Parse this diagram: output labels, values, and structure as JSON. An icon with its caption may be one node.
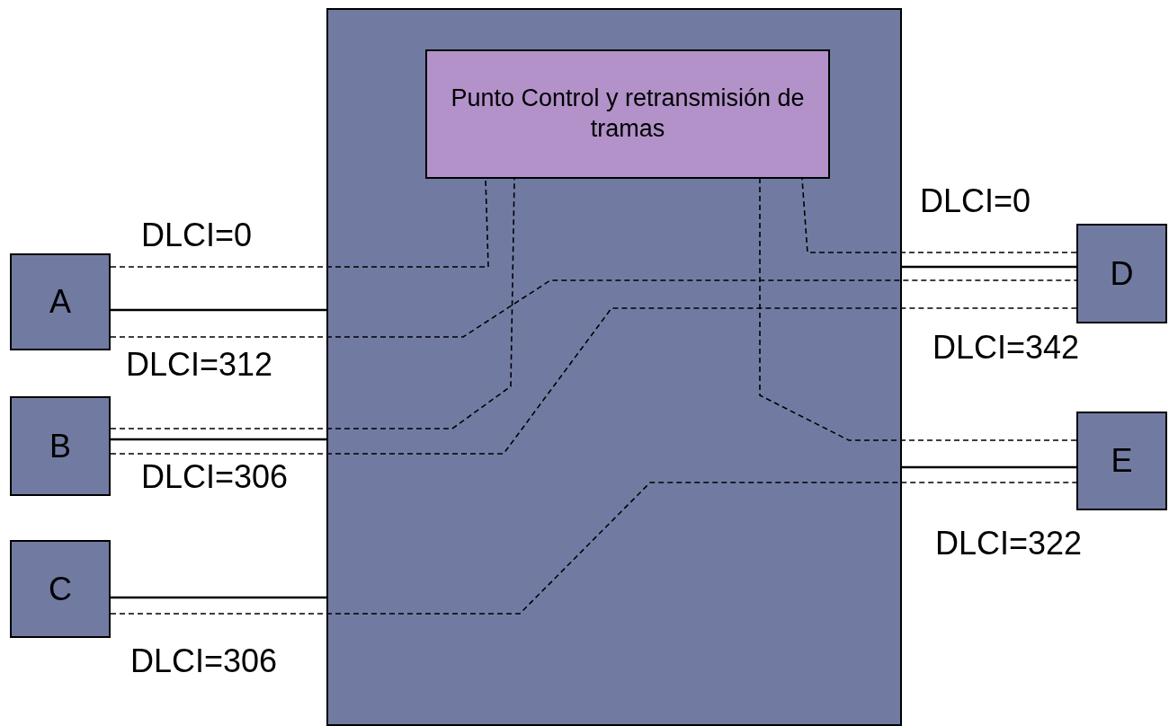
{
  "diagram": {
    "nodes": [
      {
        "text": [],
        "shape": "box"
      },
      {
        "text": [
          "Punto Control y retransmisión de tramas"
        ],
        "in": 0
      },
      {
        "text": [
          "A"
        ]
      },
      {
        "text": [
          "B"
        ]
      },
      {
        "text": [
          "C"
        ]
      },
      {
        "text": [
          "D"
        ]
      },
      {
        "text": [
          "E"
        ]
      }
    ],
    "edges": [
      {
        "from": 2,
        "to": 0,
        "arrow": "none"
      },
      {
        "from": 3,
        "to": 0,
        "arrow": "none"
      },
      {
        "from": 4,
        "to": 0,
        "arrow": "none"
      },
      {
        "from": 0,
        "to": 5,
        "arrow": "none"
      },
      {
        "from": 0,
        "to": 6,
        "arrow": "none"
      },
      {
        "from": 2,
        "to": 1,
        "arrow": "none",
        "style": "dashed"
      },
      {
        "from": 2,
        "to": 5,
        "arrow": "none",
        "style": "dashed"
      },
      {
        "from": 3,
        "to": 1,
        "arrow": "none",
        "style": "dashed"
      },
      {
        "from": 3,
        "to": 5,
        "arrow": "none",
        "style": "dashed"
      },
      {
        "from": 4,
        "to": 6,
        "arrow": "none",
        "style": "dashed"
      },
      {
        "from": 5,
        "to": 1,
        "arrow": "none",
        "style": "dashed"
      },
      {
        "from": 6,
        "to": 1,
        "arrow": "none",
        "style": "dashed"
      }
    ],
    "labels": [
      "DLCI=0",
      "DLCI=312",
      "DLCI=306",
      "DLCI=306",
      "DLCI=0",
      "DLCI=342",
      "DLCI=322"
    ]
  }
}
